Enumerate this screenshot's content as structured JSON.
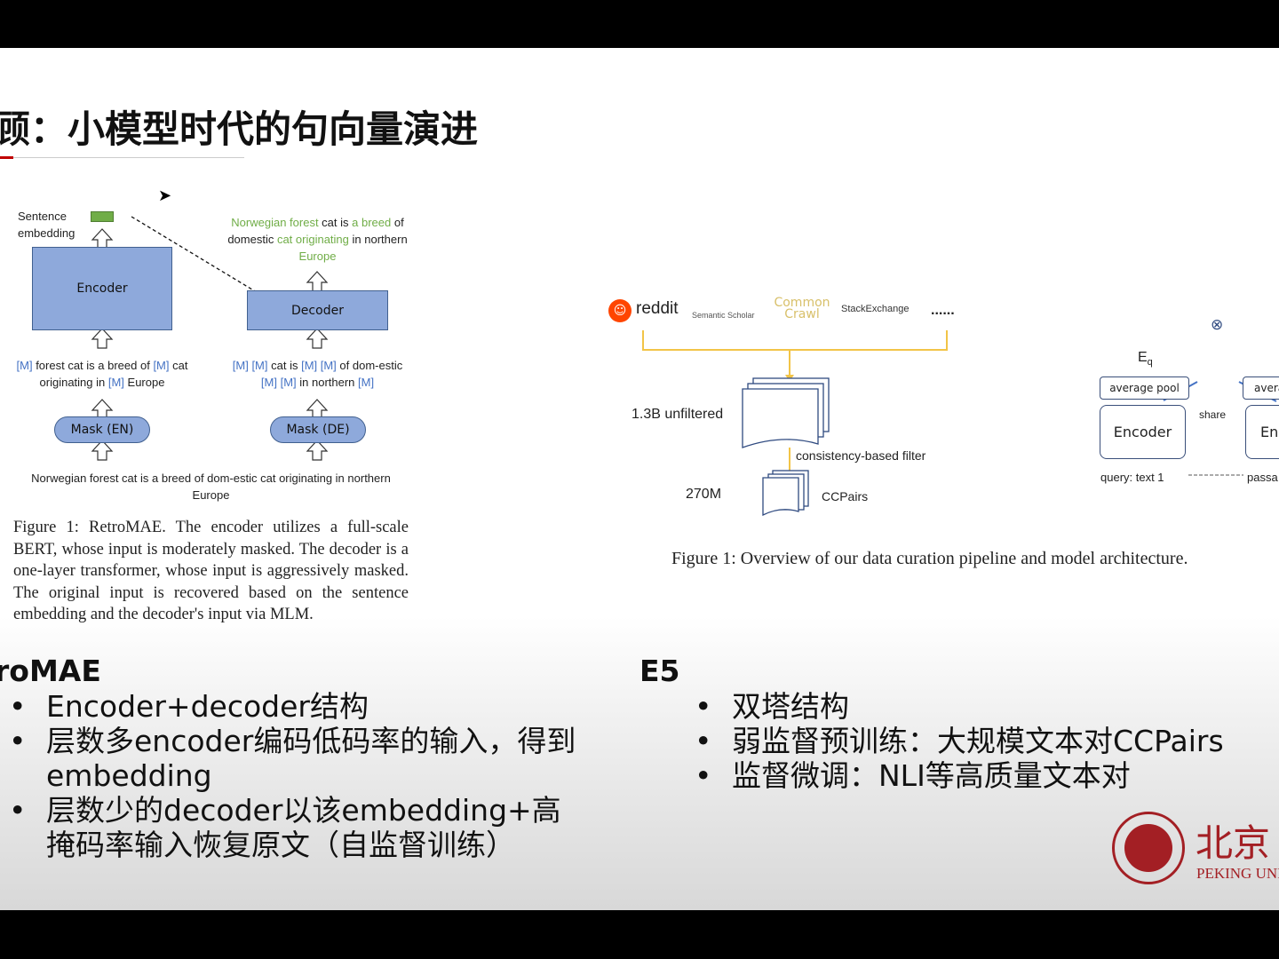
{
  "title": "顾：小模型时代的句向量演进",
  "retromae_figure": {
    "sentence_embedding": "Sentence embedding",
    "encoder": "Encoder",
    "decoder": "Decoder",
    "mask_en": "Mask (EN)",
    "mask_de": "Mask (DE)",
    "output": "Norwegian forest cat is a breed of domestic cat originating in northern Europe",
    "enc_input": "[M] forest cat is a breed of [M] cat originating in [M] Europe",
    "dec_input": "[M] [M] cat is [M] [M] of dom-estic [M] [M] in northern [M]",
    "original": "Norwegian forest cat is a breed of dom-estic cat originating in northern Europe",
    "caption": "Figure 1: RetroMAE. The encoder utilizes a full-scale BERT, whose input is moderately masked. The decoder is a one-layer transformer, whose input is aggressively masked. The original input is recovered based on the sentence embedding and the decoder's input via MLM."
  },
  "e5_figure": {
    "sources": [
      "reddit",
      "Semantic Scholar",
      "Common Crawl",
      "StackExchange",
      "......"
    ],
    "unfiltered": "1.3B unfiltered",
    "filter": "consistency-based filter",
    "count": "270M",
    "ccpairs": "CCPairs",
    "eq": "Eq",
    "pool": "average pool",
    "pool2": "avera",
    "encoder": "Encoder",
    "encoder2": "En",
    "share": "share",
    "query": "query: text 1",
    "passage": "passa",
    "otimes": "⊗",
    "caption": "Figure 1: Overview of our data curation pipeline and model architecture."
  },
  "retromae": {
    "heading": "roMAE",
    "bullets": [
      "Encoder+decoder结构",
      "层数多encoder编码低码率的输入，得到embedding",
      "层数少的decoder以该embedding+高掩码率输入恢复原文（自监督训练）"
    ]
  },
  "e5": {
    "heading": "E5",
    "bullets": [
      "双塔结构",
      "弱监督预训练：大规模文本对CCPairs",
      "监督微调：NLI等高质量文本对"
    ]
  },
  "logo": {
    "cn": "北京",
    "en": "PEKING UNIVERSITY",
    "color": "#a31f24"
  },
  "colors": {
    "accent": "#c00000",
    "box": "#8ea9db",
    "pipeline": "#f2c447"
  }
}
